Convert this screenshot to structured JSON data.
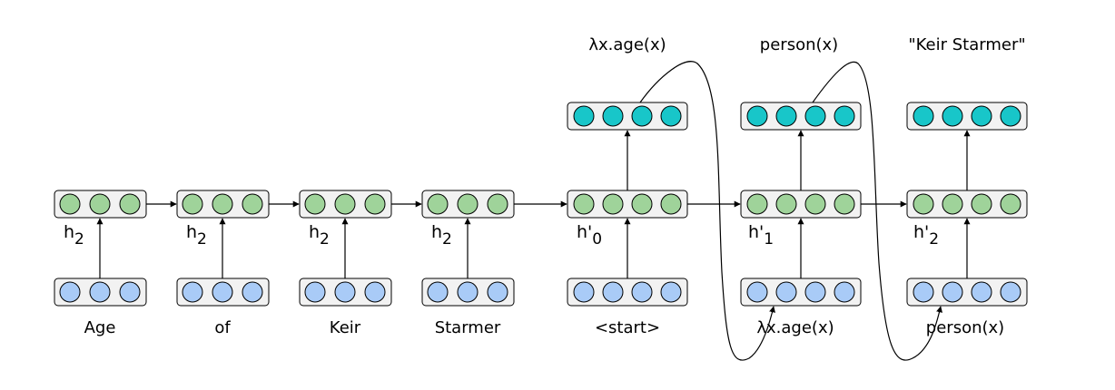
{
  "colors": {
    "hidden": "#9fd39a",
    "embedding": "#a9cbf7",
    "output": "#18c6c9",
    "box_fill": "#f2f2f2",
    "stroke": "#000000"
  },
  "encoder": {
    "inputs": [
      "Age",
      "of",
      "Keir",
      "Starmer"
    ],
    "hidden_label": "h",
    "hidden_subscripts": [
      "2",
      "2",
      "2",
      "2"
    ]
  },
  "decoder": {
    "inputs": [
      "<start>",
      "λx.age(x)",
      "person(x)"
    ],
    "outputs": [
      "λx.age(x)",
      "person(x)",
      "\"Keir Starmer\""
    ],
    "hidden_label": "h'",
    "hidden_subscripts": [
      "0",
      "1",
      "2"
    ]
  }
}
